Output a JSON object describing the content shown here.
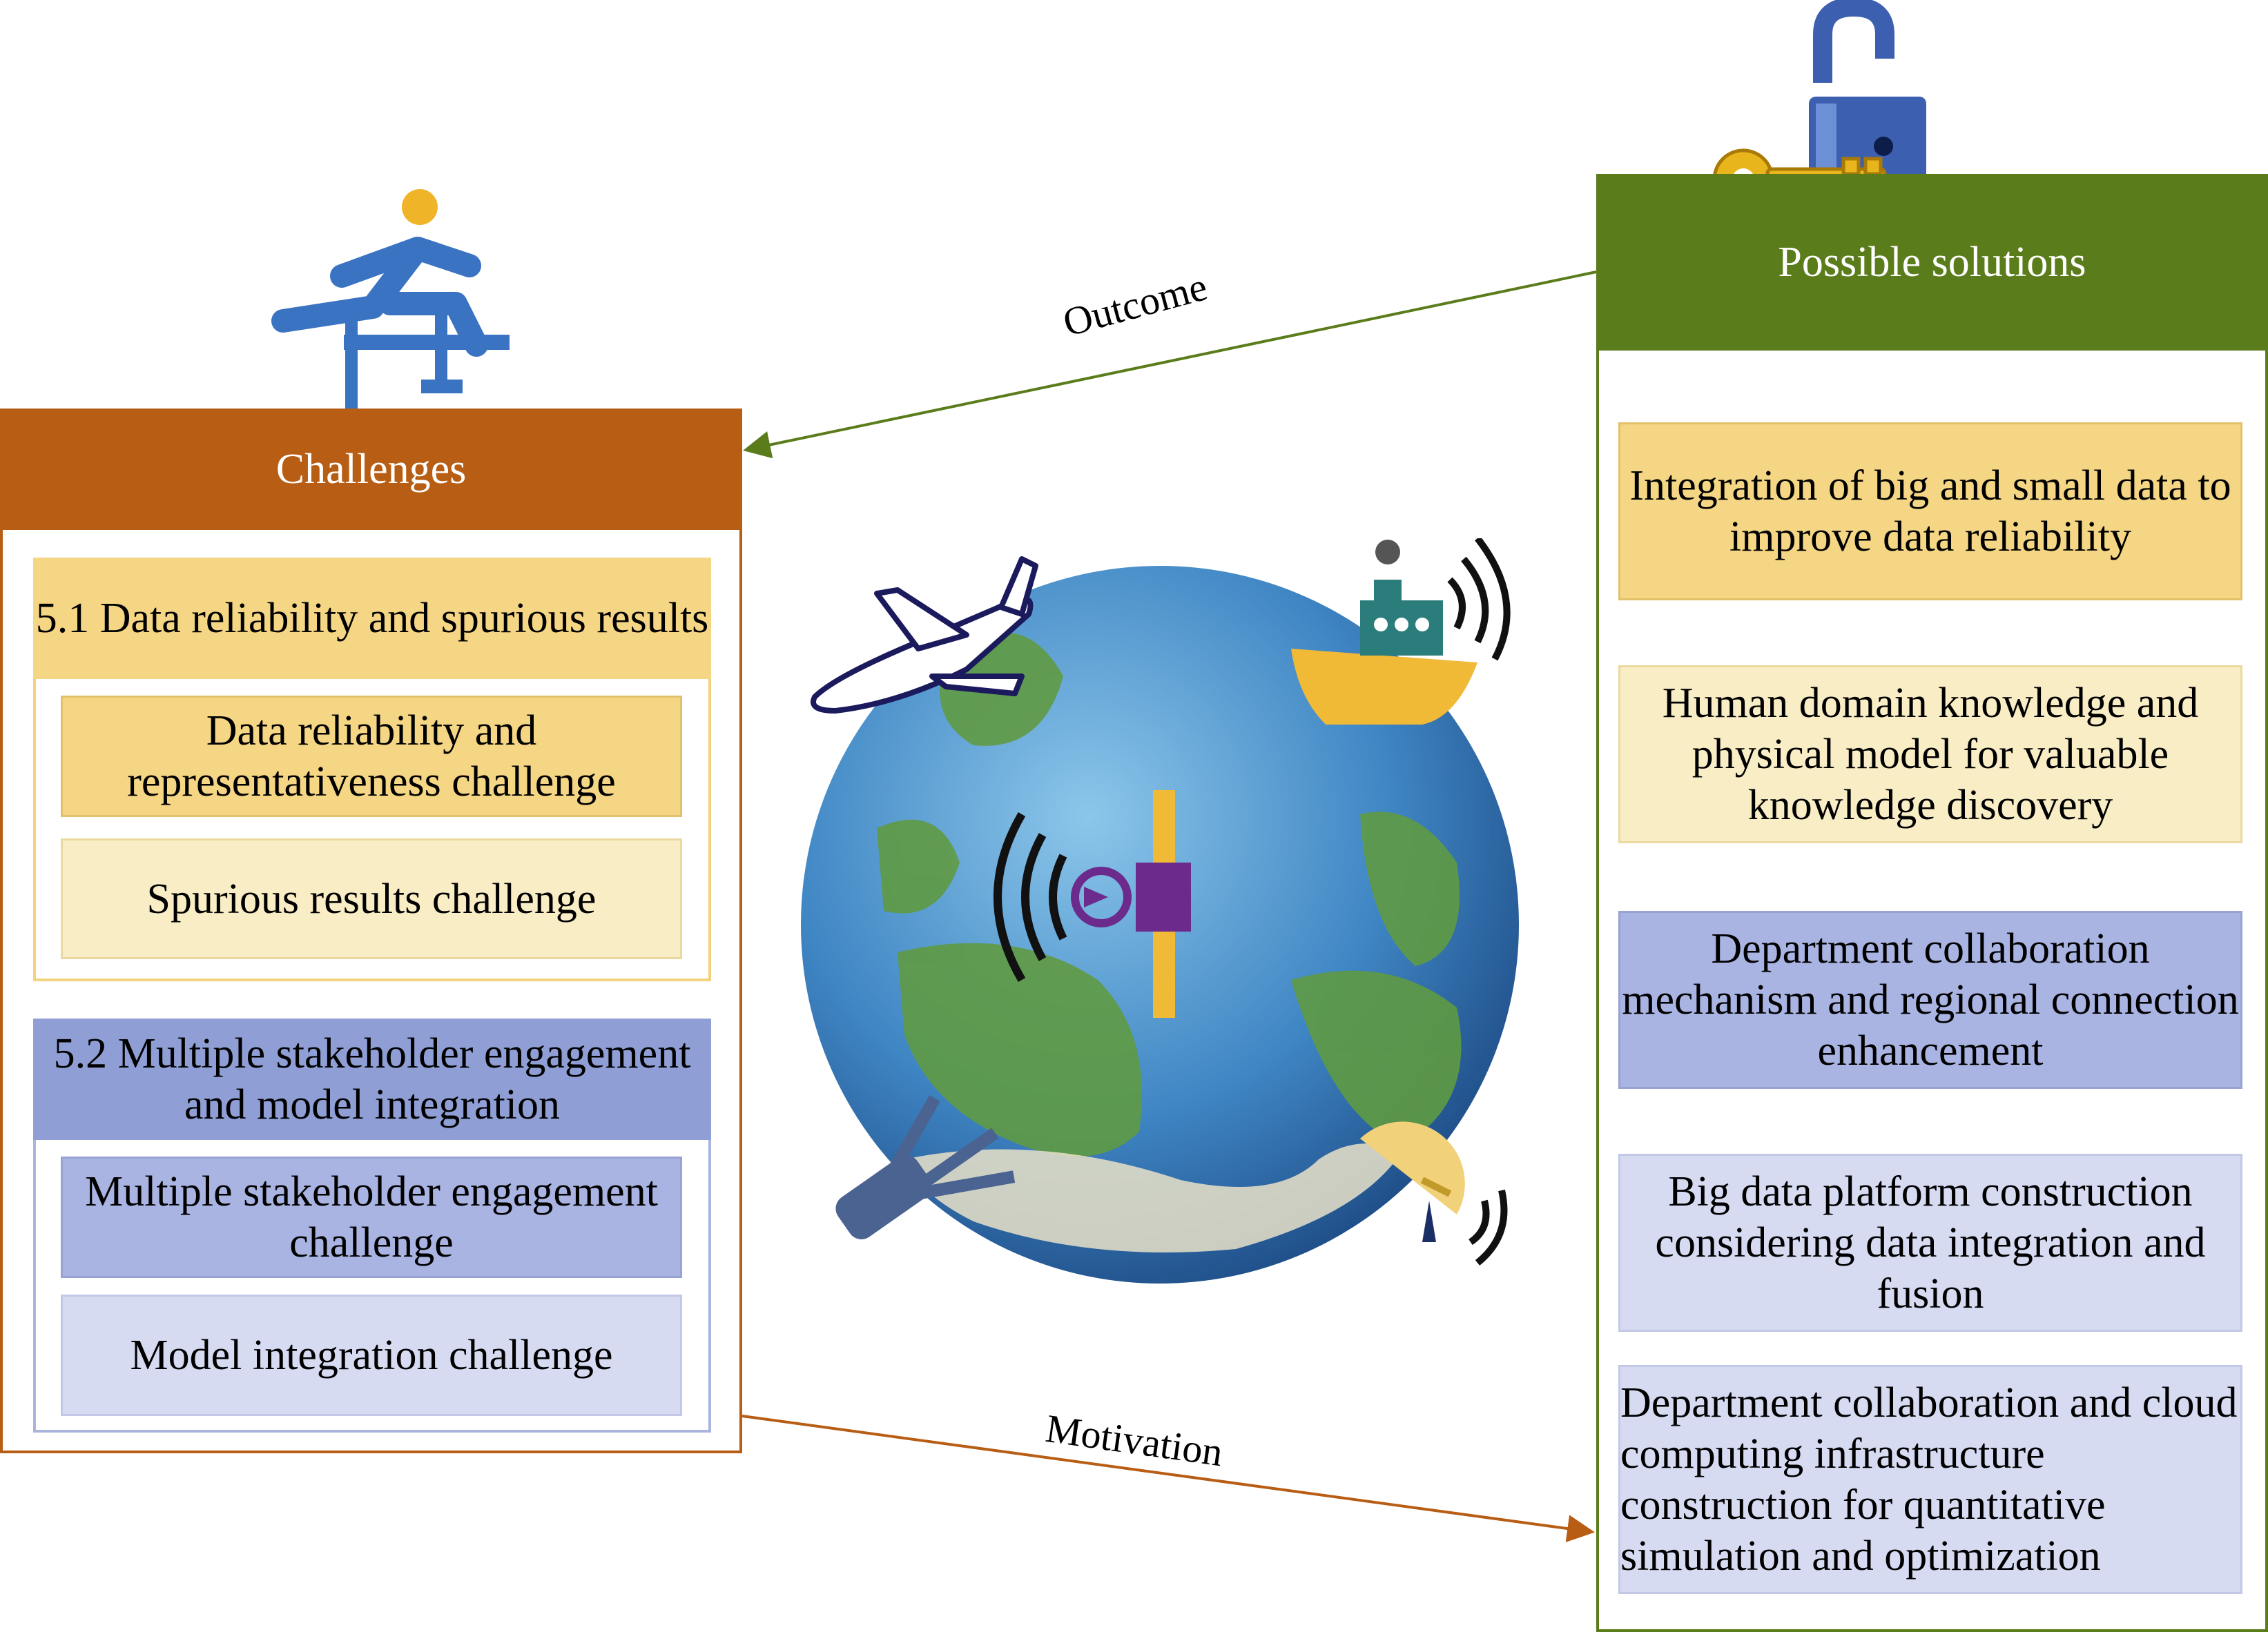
{
  "challenges": {
    "title": "Challenges",
    "group1": {
      "heading": "5.1 Data reliability and spurious results",
      "items": [
        "Data reliability and representativeness challenge",
        "Spurious results challenge"
      ]
    },
    "group2": {
      "heading": "5.2 Multiple stakeholder engagement and model integration",
      "items": [
        "Multiple stakeholder engagement challenge",
        "Model integration challenge"
      ]
    }
  },
  "solutions": {
    "title": "Possible solutions",
    "items": [
      "Integration of big and small data to improve data reliability",
      "Human domain knowledge and physical model for valuable knowledge discovery",
      "Department collaboration mechanism and regional connection enhancement",
      "Big data platform construction considering data integration and fusion",
      "Department collaboration and cloud computing infrastructure construction for quantitative simulation and optimization"
    ]
  },
  "arrows": {
    "outcome_label": "Outcome",
    "motivation_label": "Motivation"
  },
  "colors": {
    "challenges_header": "#b85d14",
    "solutions_header": "#5b7c1b",
    "yellow": "#f5d684",
    "light_yellow": "#f9edc5",
    "blue": "#a9b4e2",
    "light_blue": "#d6dbf2"
  },
  "icons": [
    "hurdle-runner-icon",
    "padlock-key-icon",
    "earth-globe-icon",
    "airplane-icon",
    "ship-icon",
    "satellite-icon",
    "drone-icon",
    "radar-dish-icon"
  ]
}
